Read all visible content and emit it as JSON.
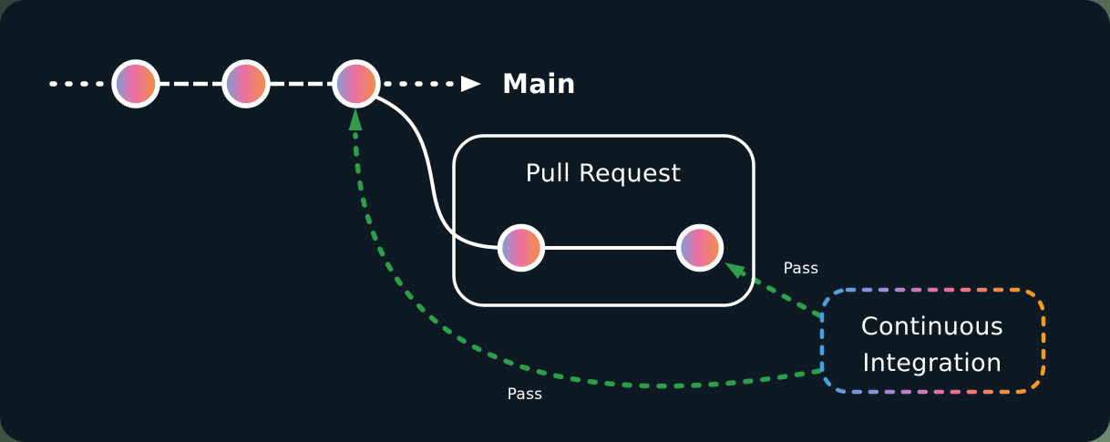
{
  "diagram": {
    "main_branch": {
      "label": "Main",
      "commit_count": 3
    },
    "pull_request": {
      "label": "Pull Request",
      "commit_count": 2
    },
    "continuous_integration": {
      "label_line1": "Continuous",
      "label_line2": "Integration"
    },
    "edges": {
      "ci_to_pr_label": "Pass",
      "ci_to_main_label": "Pass"
    },
    "colors": {
      "card_bg": "#0d1a24",
      "line_white": "#ffffff",
      "pass_green": "#2e9e48",
      "node_gradient_left": "#74a3d9",
      "node_gradient_mid": "#ee6fa4",
      "node_gradient_right": "#f0913f",
      "ci_border_blue": "#45a0e0",
      "ci_border_purple": "#9b8ed8",
      "ci_border_pink": "#ee6ca2",
      "ci_border_salmon": "#f18a48",
      "ci_border_orange": "#f79c1b"
    }
  }
}
